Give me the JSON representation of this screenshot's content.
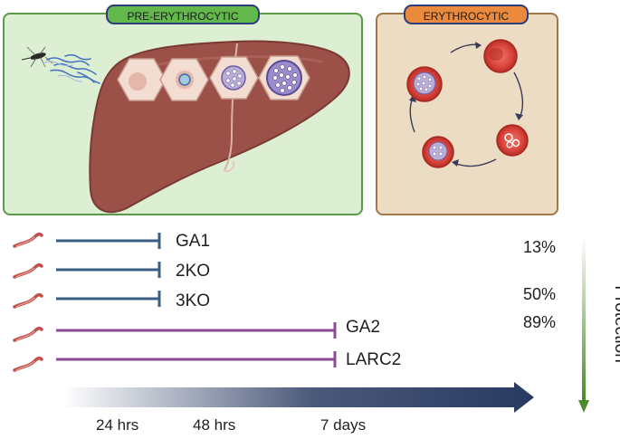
{
  "stages": {
    "pre_erythrocytic": "PRE-ERYTHROCYTIC",
    "erythrocytic": "ERYTHROCYTIC"
  },
  "strains": [
    {
      "name": "GA1",
      "color": "#3a5f80",
      "arrest": "24 hrs"
    },
    {
      "name": "2KO",
      "color": "#3a5f80",
      "arrest": "24 hrs"
    },
    {
      "name": "3KO",
      "color": "#3a5f80",
      "arrest": "24 hrs"
    },
    {
      "name": "GA2",
      "color": "#8a4a94",
      "arrest": "7 days"
    },
    {
      "name": "LARC2",
      "color": "#8a4a94",
      "arrest": "7 days"
    }
  ],
  "protection": {
    "label": "Protection",
    "values": [
      "13%",
      "50%",
      "89%"
    ],
    "color": "#4d8a2c"
  },
  "timeline": {
    "ticks": [
      "24 hrs",
      "48 hrs",
      "7 days"
    ],
    "color": "#2b3c63"
  },
  "colors": {
    "liver": "#9b5148",
    "pre_panel": "#dcefd2",
    "ery_panel": "#ecdcc4",
    "rbc": "#d23a32"
  }
}
